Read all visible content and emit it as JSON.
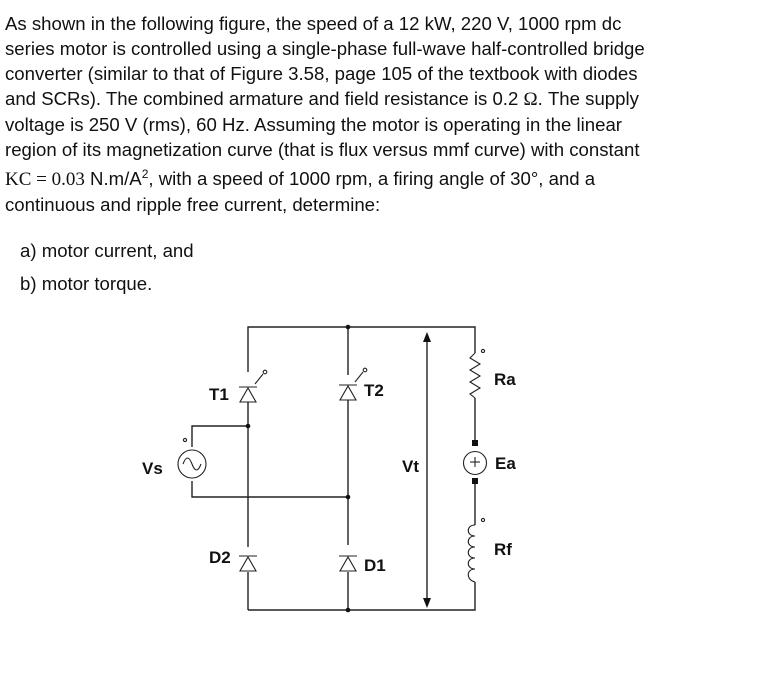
{
  "problem": {
    "line1": "As shown in the following figure, the speed of a 12 kW, 220 V, 1000 rpm dc",
    "line2": "series motor is controlled using a single-phase full-wave half-controlled bridge",
    "line3": "converter (similar to that of Figure 3.58, page 105 of the textbook with diodes",
    "line4_pre": "and SCRs). The combined armature and field resistance is 0.2 ",
    "line4_omega": "Ω",
    "line4_post": ". The supply",
    "line5": "voltage is 250 V (rms), 60 Hz. Assuming the motor is operating in the linear",
    "line6": "region of its magnetization curve (that is flux versus mmf curve) with constant",
    "line7_kc": "KC",
    "line7_eq": " = 0.03",
    "line7_unit": " N.m/A",
    "line7_sup": "2",
    "line7_post": ", with a speed of 1000 rpm, a firing angle of 30°, and a",
    "line8": "continuous and ripple free current, determine:"
  },
  "questions": [
    "a) motor current, and",
    "b) motor torque."
  ],
  "circuit": {
    "T1": "T1",
    "T2": "T2",
    "D1": "D1",
    "D2": "D2",
    "Vs": "Vs",
    "Vt": "Vt",
    "Ra": "Ra",
    "Ea": "Ea",
    "Rf": "Rf",
    "plus": "+"
  },
  "colors": {
    "ink": "#111111",
    "wire": "#222222",
    "background": "#ffffff"
  }
}
